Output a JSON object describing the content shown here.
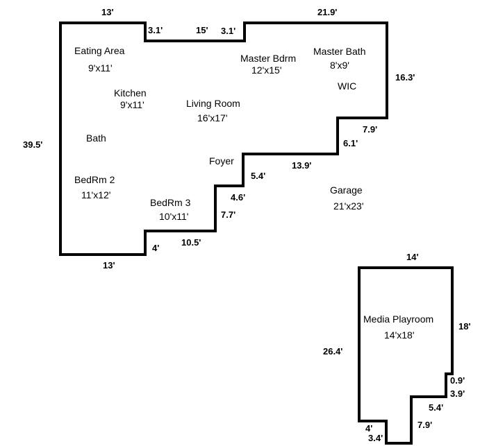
{
  "rooms": {
    "eating_area": {
      "name": "Eating Area",
      "size": "9'x11'"
    },
    "master_bdrm": {
      "name": "Master Bdrm",
      "size": "12'x15'"
    },
    "master_bath": {
      "name": "Master Bath",
      "size": "8'x9'"
    },
    "wic": {
      "name": "WIC"
    },
    "kitchen": {
      "name": "Kitchen",
      "size": "9'x11'"
    },
    "living_room": {
      "name": "Living Room",
      "size": "16'x17'"
    },
    "bath": {
      "name": "Bath"
    },
    "foyer": {
      "name": "Foyer"
    },
    "bedrm2": {
      "name": "BedRm 2",
      "size": "11'x12'"
    },
    "garage": {
      "name": "Garage",
      "size": "21'x23'"
    },
    "bedrm3": {
      "name": "BedRm 3",
      "size": "10'x11'"
    },
    "media_playroom": {
      "name": "Media Playroom",
      "size": "14'x18'"
    }
  },
  "dimensions": {
    "top_left": "13'",
    "notch_left": "3.1'",
    "notch_bottom": "15'",
    "notch_right": "3.1'",
    "top_right": "21.9'",
    "right_upper": "16.3'",
    "step_upper": "7.9'",
    "step_upper_down": "6.1'",
    "step_middle": "13.9'",
    "step_middle_down": "5.4'",
    "left_side": "39.5'",
    "step_lower": "4.6'",
    "step_lower_down": "7.7'",
    "step_bottom": "10.5'",
    "corner_down": "4'",
    "bottom_left": "13'",
    "media_top": "14'",
    "media_right": "18'",
    "media_left": "26.4'",
    "media_step1": "0.9'",
    "media_step1_down": "3.9'",
    "media_step2": "5.4'",
    "media_step2_down": "7.9'",
    "media_corner_down": "4'",
    "media_bottom": "3.4'"
  }
}
